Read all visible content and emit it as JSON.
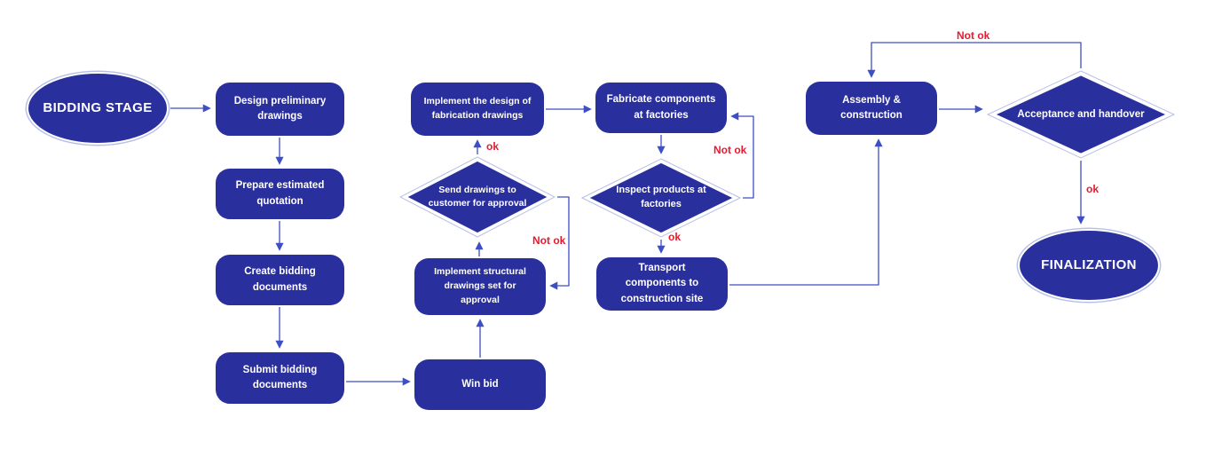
{
  "colors": {
    "node": "#2a2f9e",
    "line": "#3d4fc4",
    "label": "#e8192f",
    "node_text": "#ffffff",
    "outline": "#b9c0e8",
    "background": "#ffffff"
  },
  "nodes": {
    "bidding_stage": {
      "label": "BIDDING STAGE",
      "type": "ellipse"
    },
    "design_preliminary_drawings": {
      "label": "Design preliminary drawings",
      "type": "process"
    },
    "prepare_estimated_quotation": {
      "label": "Prepare estimated quotation",
      "type": "process"
    },
    "create_bidding_documents": {
      "label": "Create bidding documents",
      "type": "process"
    },
    "submit_bidding_documents": {
      "label": "Submit bidding documents",
      "type": "process"
    },
    "win_bid": {
      "label": "Win bid",
      "type": "process"
    },
    "implement_structural_drawings": {
      "label": "Implement structural drawings set for approval",
      "type": "process"
    },
    "send_drawings_approval": {
      "label": "Send drawings to customer for approval",
      "type": "decision"
    },
    "implement_fabrication_design": {
      "label": "Implement the design of fabrication drawings",
      "type": "process"
    },
    "fabricate_components": {
      "label": "Fabricate components at factories",
      "type": "process"
    },
    "inspect_products": {
      "label": "Inspect products at factories",
      "type": "decision"
    },
    "transport_components": {
      "label": "Transport components to construction site",
      "type": "process"
    },
    "assembly_construction": {
      "label": "Assembly & construction",
      "type": "process"
    },
    "acceptance_handover": {
      "label": "Acceptance and handover",
      "type": "decision"
    },
    "finalization": {
      "label": "FINALIZATION",
      "type": "ellipse"
    }
  },
  "edge_labels": {
    "send_ok": "ok",
    "send_not_ok": "Not ok",
    "inspect_ok": "ok",
    "inspect_not_ok": "Not ok",
    "acceptance_ok": "ok",
    "acceptance_not_ok": "Not ok"
  },
  "edges": [
    {
      "from": "bidding_stage",
      "to": "design_preliminary_drawings",
      "label": ""
    },
    {
      "from": "design_preliminary_drawings",
      "to": "prepare_estimated_quotation",
      "label": ""
    },
    {
      "from": "prepare_estimated_quotation",
      "to": "create_bidding_documents",
      "label": ""
    },
    {
      "from": "create_bidding_documents",
      "to": "submit_bidding_documents",
      "label": ""
    },
    {
      "from": "submit_bidding_documents",
      "to": "win_bid",
      "label": ""
    },
    {
      "from": "win_bid",
      "to": "implement_structural_drawings",
      "label": ""
    },
    {
      "from": "implement_structural_drawings",
      "to": "send_drawings_approval",
      "label": ""
    },
    {
      "from": "send_drawings_approval",
      "to": "implement_fabrication_design",
      "label": "ok"
    },
    {
      "from": "send_drawings_approval",
      "to": "implement_structural_drawings",
      "label": "Not ok"
    },
    {
      "from": "implement_fabrication_design",
      "to": "fabricate_components",
      "label": ""
    },
    {
      "from": "fabricate_components",
      "to": "inspect_products",
      "label": ""
    },
    {
      "from": "inspect_products",
      "to": "fabricate_components",
      "label": "Not ok"
    },
    {
      "from": "inspect_products",
      "to": "transport_components",
      "label": "ok"
    },
    {
      "from": "transport_components",
      "to": "assembly_construction",
      "label": ""
    },
    {
      "from": "assembly_construction",
      "to": "acceptance_handover",
      "label": ""
    },
    {
      "from": "acceptance_handover",
      "to": "assembly_construction",
      "label": "Not ok"
    },
    {
      "from": "acceptance_handover",
      "to": "finalization",
      "label": "ok"
    }
  ]
}
